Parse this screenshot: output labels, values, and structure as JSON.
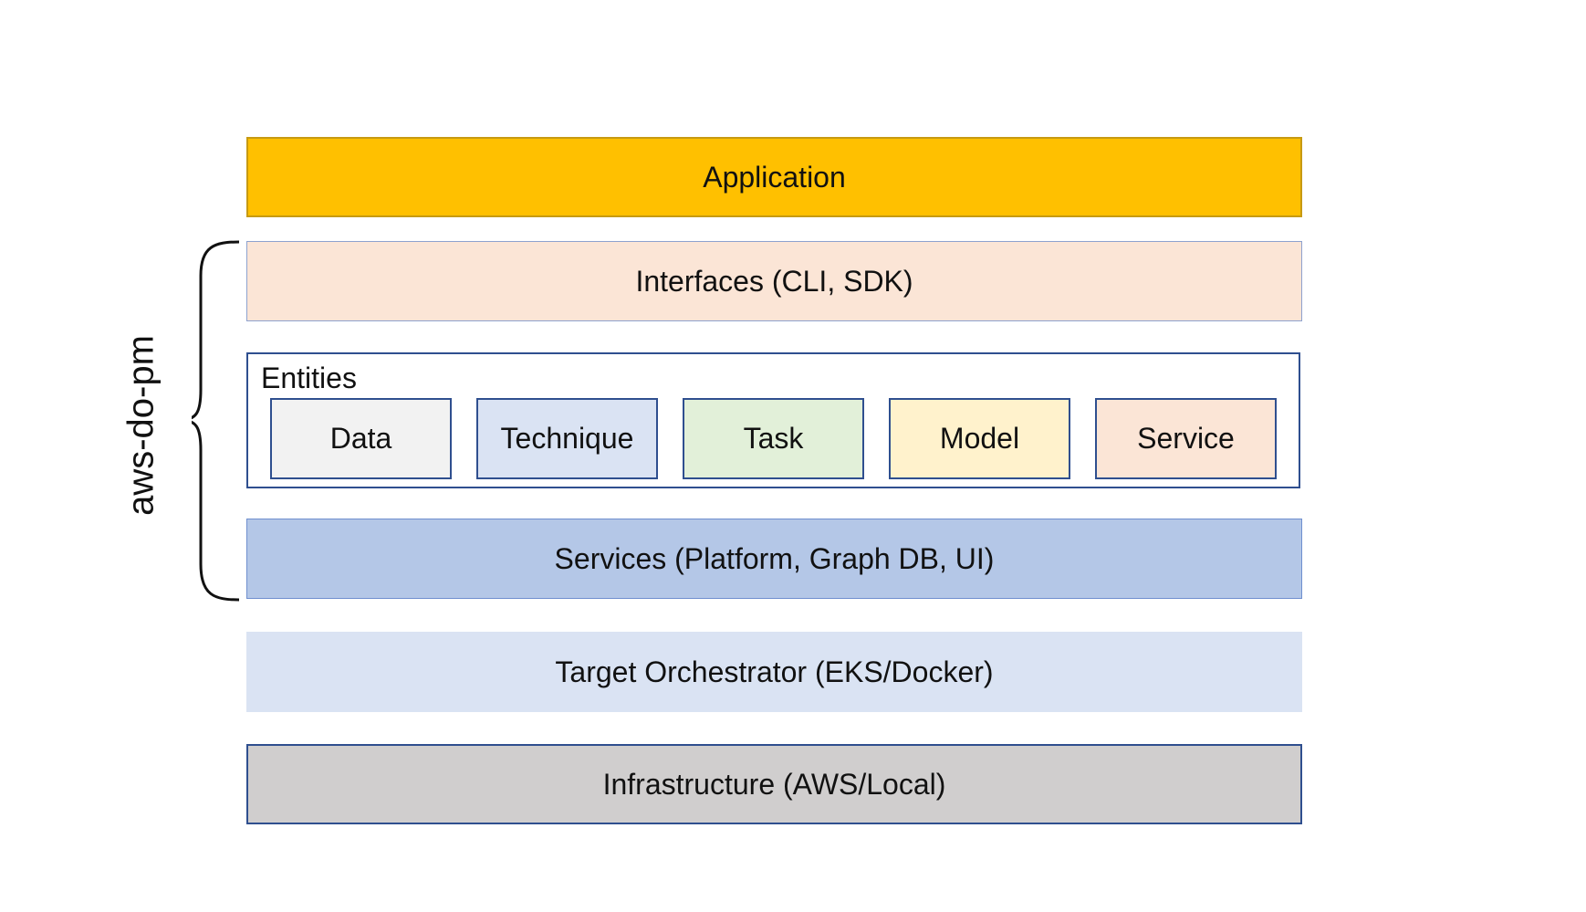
{
  "diagram": {
    "side_label": "aws-do-pm",
    "layers": {
      "application": "Application",
      "interfaces": "Interfaces (CLI, SDK)",
      "entities": {
        "title": "Entities",
        "items": [
          {
            "label": "Data",
            "color": "#f2f2f2"
          },
          {
            "label": "Technique",
            "color": "#dae3f3"
          },
          {
            "label": "Task",
            "color": "#e2f0d9"
          },
          {
            "label": "Model",
            "color": "#fff2cc"
          },
          {
            "label": "Service",
            "color": "#fbe5d6"
          }
        ]
      },
      "services": "Services (Platform, Graph DB, UI)",
      "orchestrator": "Target Orchestrator (EKS/Docker)",
      "infrastructure": "Infrastructure (AWS/Local)"
    },
    "colors": {
      "application": "#ffc000",
      "interfaces": "#fbe5d6",
      "services": "#b4c7e7",
      "orchestrator": "#dae3f3",
      "infrastructure": "#d0cece",
      "border": "#2f4f8f"
    }
  }
}
